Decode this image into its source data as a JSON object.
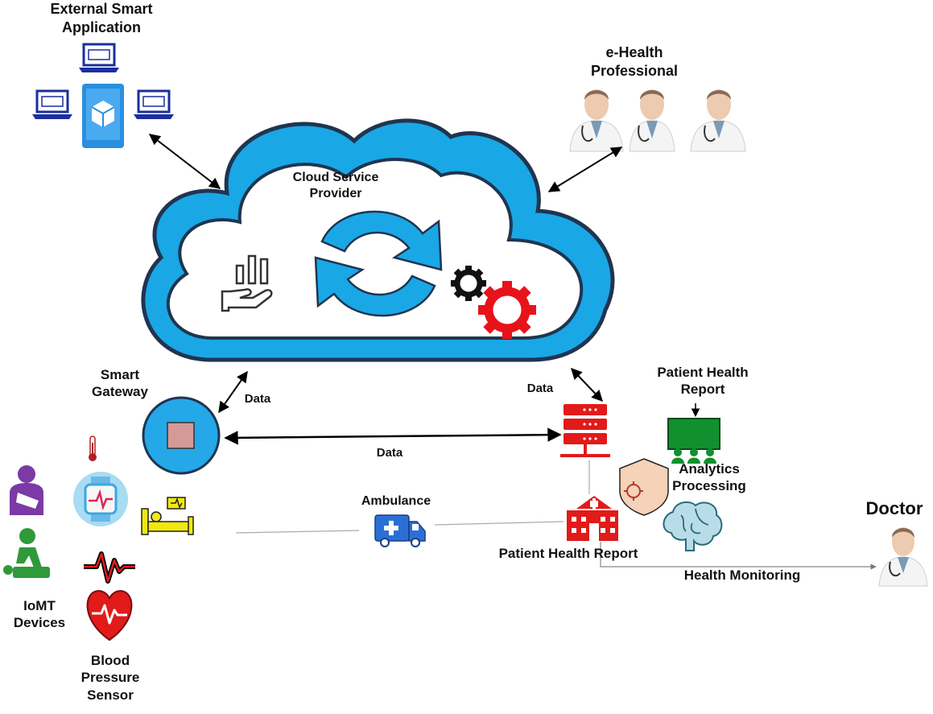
{
  "labels": {
    "external_app": "External Smart\nApplication",
    "ehealth": "e-Health\nProfessional",
    "cloud": "Cloud Service\nProvider",
    "smart_gateway": "Smart\nGateway",
    "data_gateway_cloud": "Data",
    "data_cloud_server": "Data",
    "data_gateway_server": "Data",
    "patient_report_top": "Patient Health\nReport",
    "analytics": "Analytics\nProcessing",
    "ambulance": "Ambulance",
    "patient_report_bottom": "Patient Health Report",
    "health_monitoring": "Health Monitoring",
    "doctor": "Doctor",
    "iomt": "IoMT\nDevices",
    "bp_sensor": "Blood\nPressure\nSensor"
  },
  "colors": {
    "cloud_outer": "#1f3550",
    "cloud_fill": "#1aa7e6",
    "sync_arrows": "#1aa7e6",
    "gear_dark": "#111111",
    "gear_red": "#e8121a",
    "laptop_blue": "#1b2f9e",
    "tablet_blue": "#2a8fe0",
    "server_red": "#e21a1a",
    "hospital_red": "#e21a1a",
    "gateway_blue": "#25a8e8",
    "gateway_chip": "#d49a98",
    "watch_bg": "#a8dcf3",
    "person_purple": "#7b3aa6",
    "person_green": "#2e9a3a",
    "heart_red": "#e11a1a",
    "board_green": "#11902f",
    "ambulance_blue": "#2b6fd6",
    "bed_yellow": "#f1e80f"
  },
  "icons": [
    "laptop-icon",
    "tablet-icon",
    "doctor-icon",
    "cloud-icon",
    "sync-icon",
    "gear-icon",
    "hand-chart-icon",
    "gateway-icon",
    "thermometer-icon",
    "smartwatch-icon",
    "hospital-bed-icon",
    "injured-person-icon",
    "cpr-icon",
    "ecg-icon",
    "heart-icon",
    "server-icon",
    "board-meeting-icon",
    "shield-virus-icon",
    "brain-icon",
    "hospital-icon",
    "ambulance-icon"
  ]
}
